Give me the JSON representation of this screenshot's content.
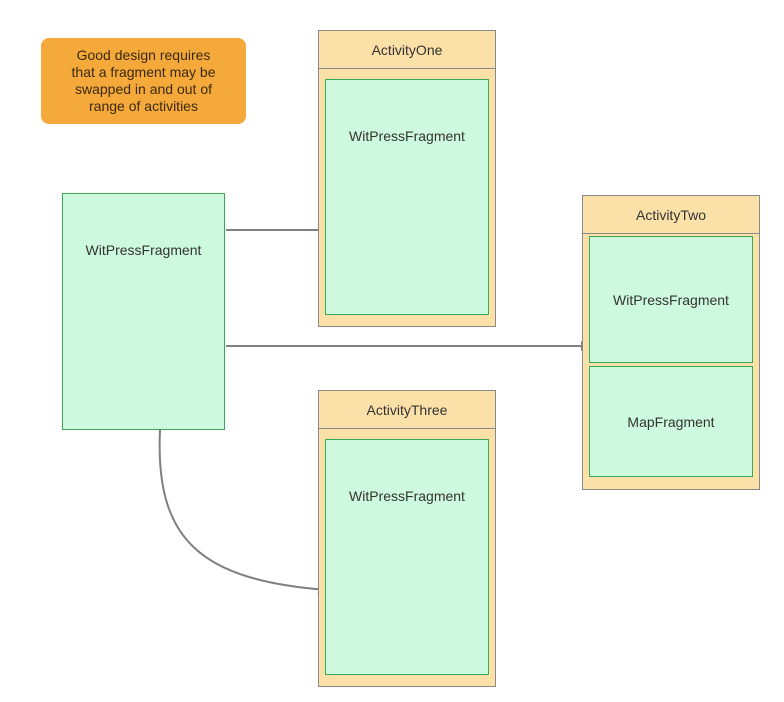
{
  "note": {
    "text": "Good design requires\nthat a fragment may be\nswapped in and out of\nrange of activities"
  },
  "source_fragment": {
    "label": "WitPressFragment"
  },
  "activity_one": {
    "title": "ActivityOne",
    "fragment": "WitPressFragment"
  },
  "activity_two": {
    "title": "ActivityTwo",
    "fragment_top": "WitPressFragment",
    "fragment_bottom": "MapFragment"
  },
  "activity_three": {
    "title": "ActivityThree",
    "fragment": "WitPressFragment"
  },
  "colors": {
    "note": "#f5a93a",
    "fragment": "#cdf9df",
    "activity": "#fbe0a8",
    "arrow": "#808080"
  }
}
